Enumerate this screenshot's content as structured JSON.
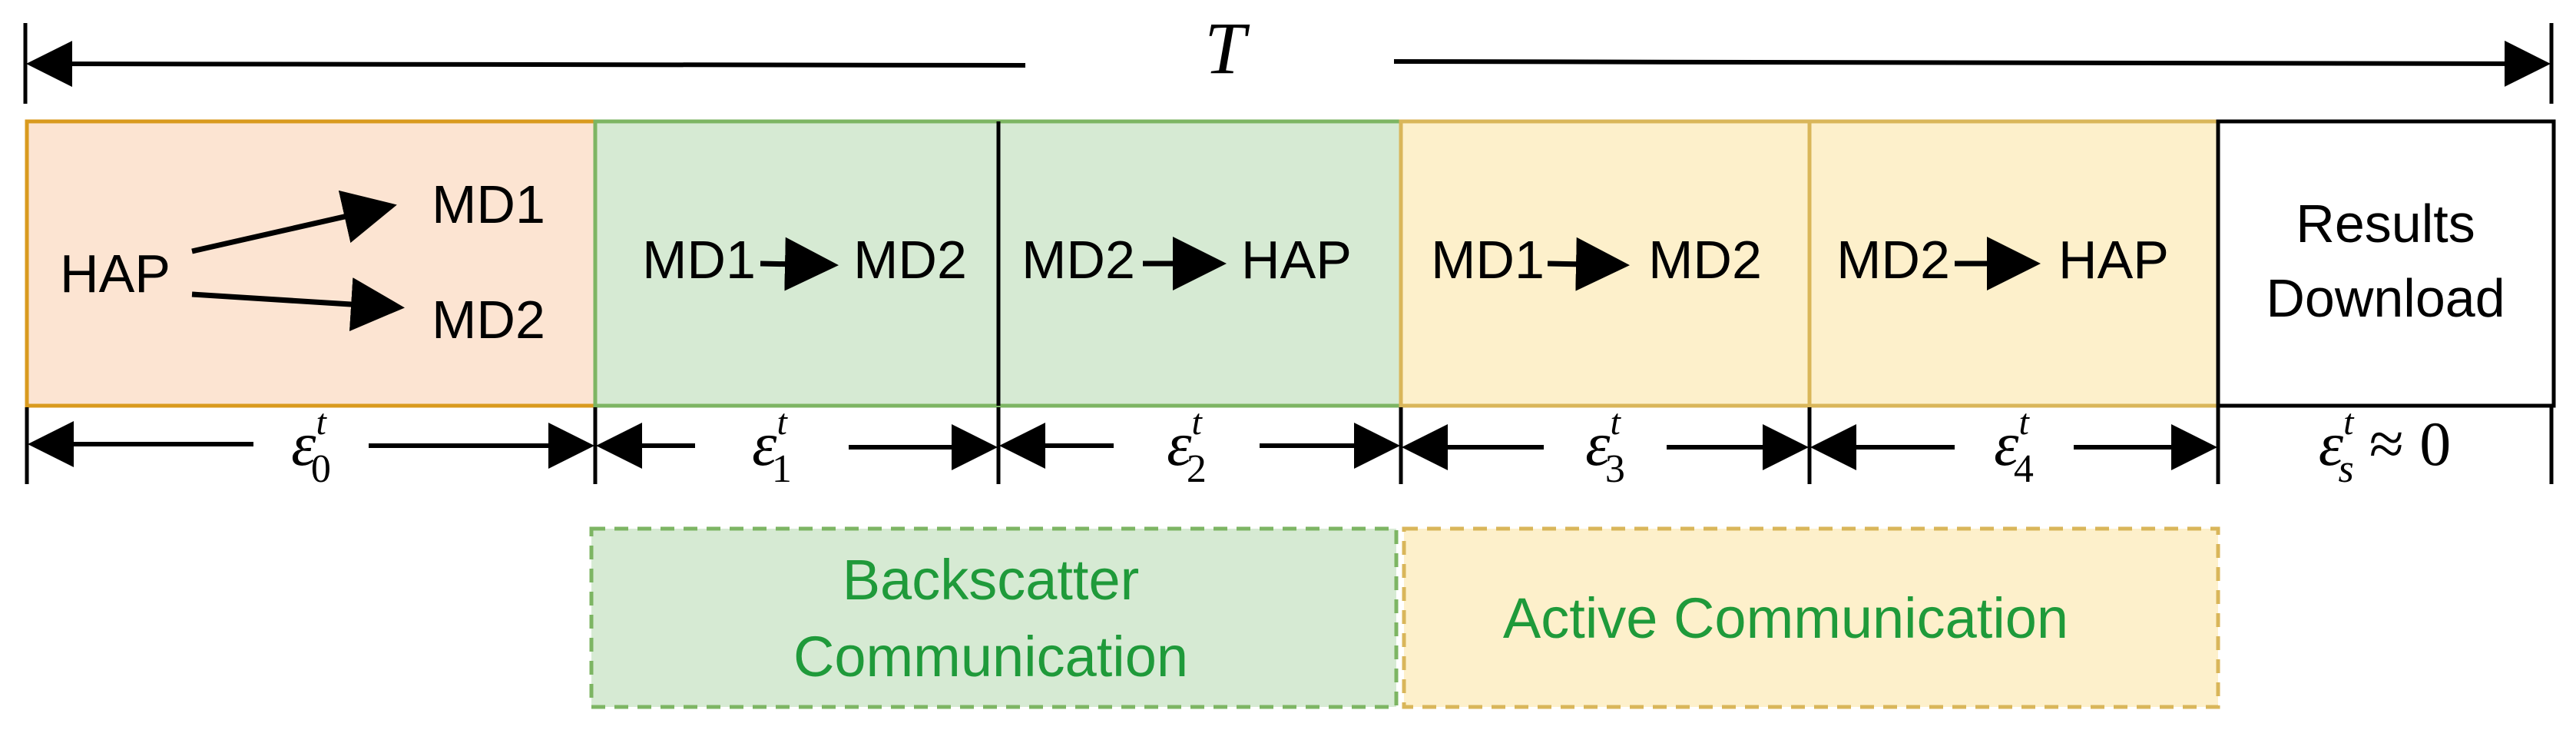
{
  "total_period": {
    "symbol": "T"
  },
  "colors": {
    "orange_fill": "#fce4d2",
    "orange_stroke": "#d99a1e",
    "green_fill": "#d6ead3",
    "green_stroke": "#7db563",
    "yellow_fill": "#fdf0cb",
    "yellow_stroke": "#d9b65a",
    "legend_text": "#1f9a3a",
    "line": "#000000"
  },
  "segments": [
    {
      "id": "seg0",
      "lines": [
        "HAP",
        "MD1",
        "MD2"
      ],
      "symbol": "ε",
      "sub": "0",
      "sup": "t"
    },
    {
      "id": "seg1",
      "from": "MD1",
      "to": "MD2",
      "symbol": "ε",
      "sub": "1",
      "sup": "t"
    },
    {
      "id": "seg2",
      "from": "MD2",
      "to": "HAP",
      "symbol": "ε",
      "sub": "2",
      "sup": "t"
    },
    {
      "id": "seg3",
      "from": "MD1",
      "to": "MD2",
      "symbol": "ε",
      "sub": "3",
      "sup": "t"
    },
    {
      "id": "seg4",
      "from": "MD2",
      "to": "HAP",
      "symbol": "ε",
      "sub": "4",
      "sup": "t"
    },
    {
      "id": "seg5",
      "lines": [
        "Results",
        "Download"
      ],
      "symbol": "ε",
      "sub": "s",
      "sup": "t",
      "approx": "≈ 0"
    }
  ],
  "legend": {
    "backscatter": [
      "Backscatter",
      "Communication"
    ],
    "active": "Active Communication"
  }
}
